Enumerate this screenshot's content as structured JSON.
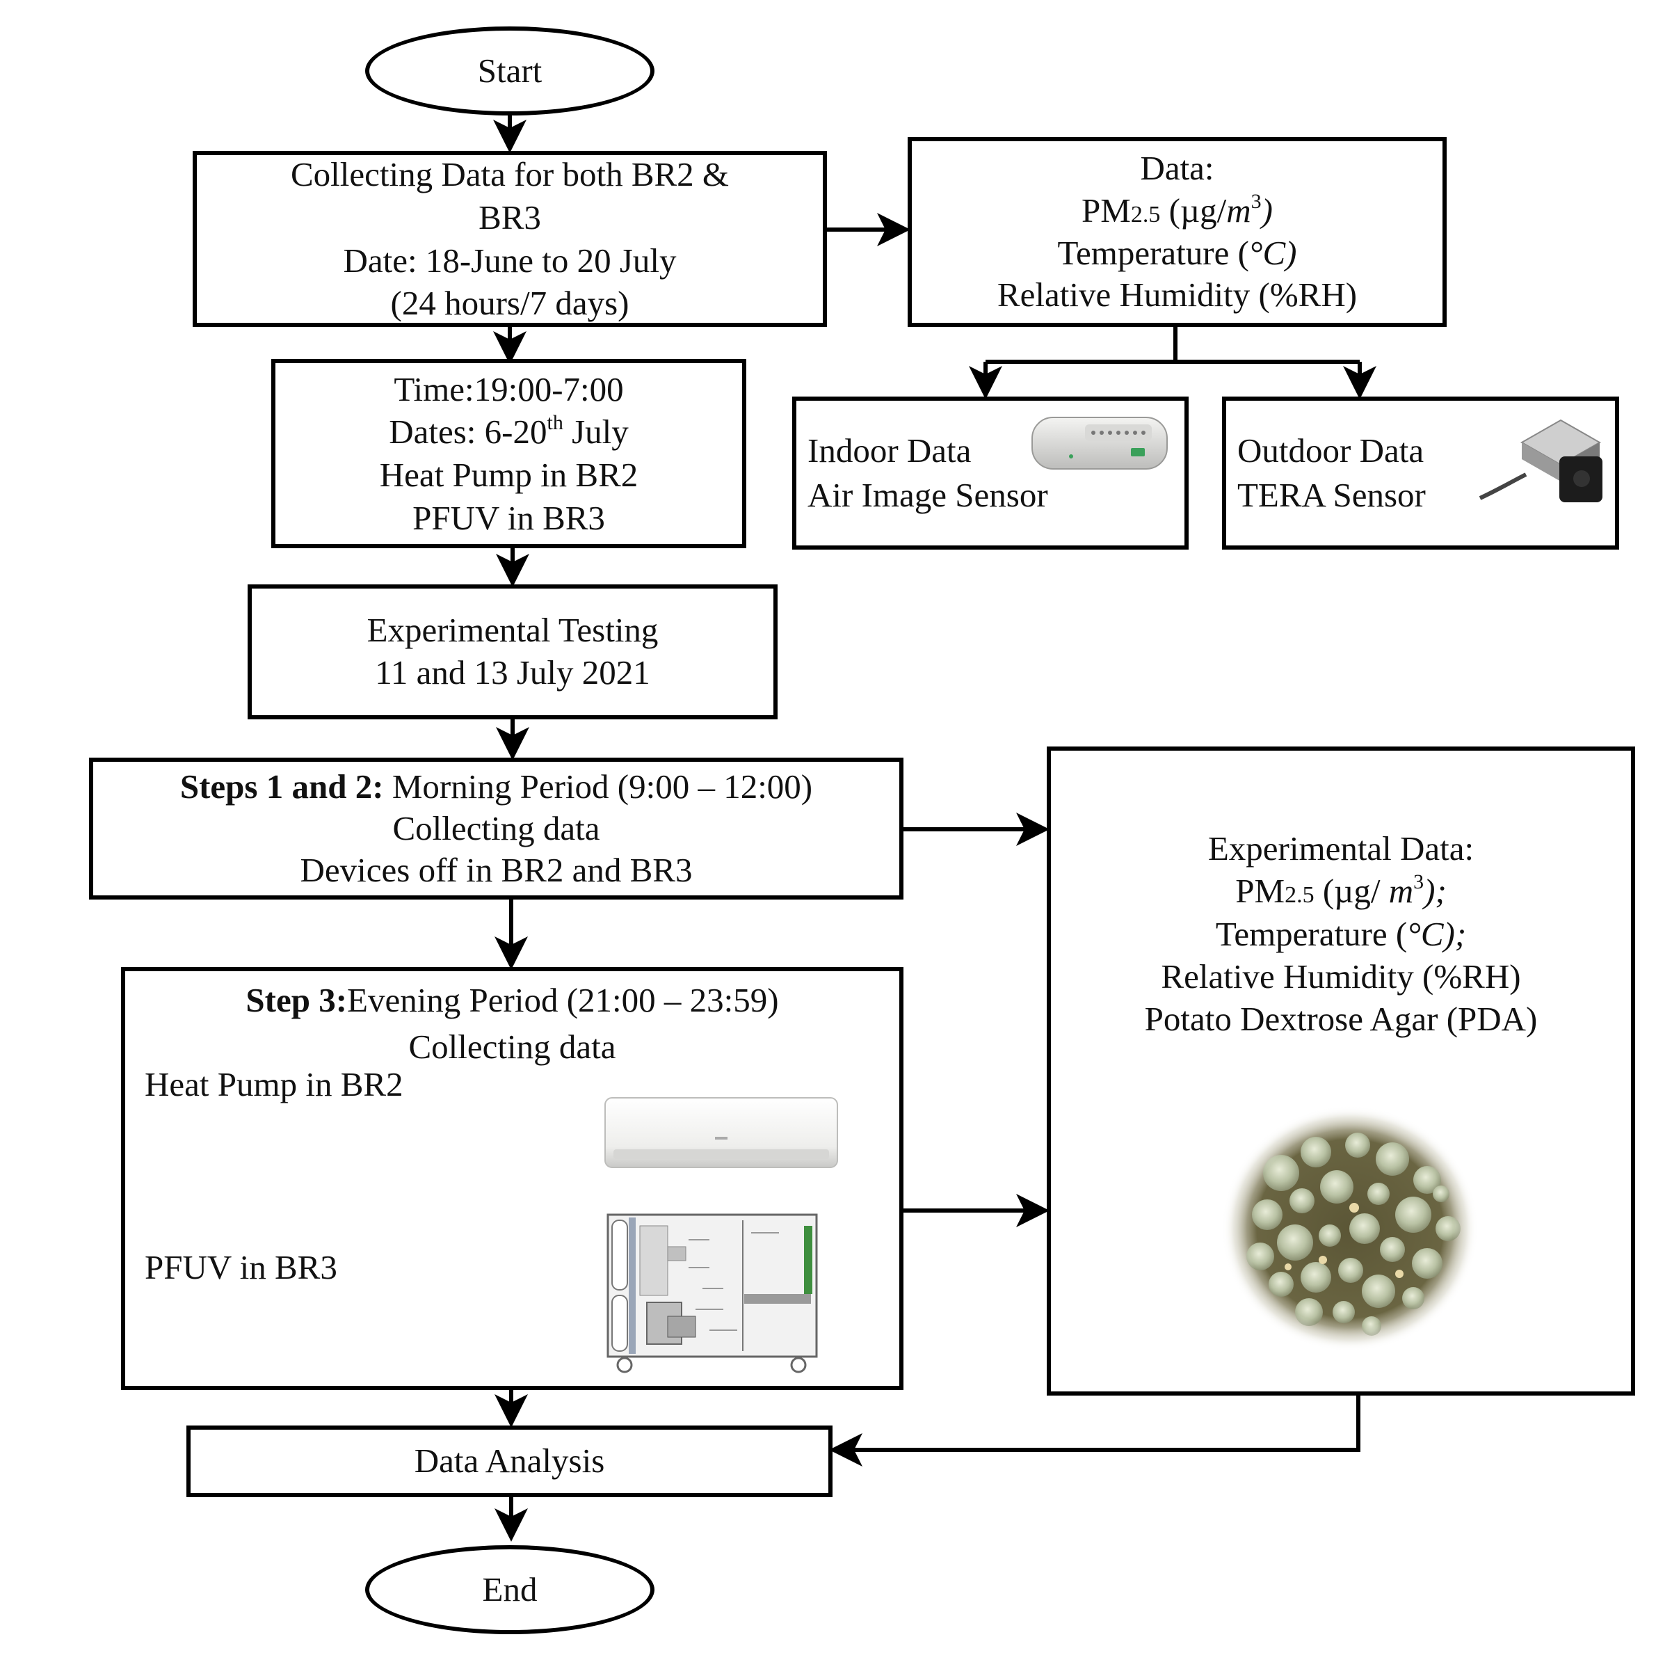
{
  "flowchart": {
    "start": {
      "label": "Start"
    },
    "collect": {
      "line1": "Collecting Data for both BR2 &",
      "line2": "BR3",
      "line3": "Date: 18-June to 20 July",
      "line4": "(24 hours/7 days)"
    },
    "data_box": {
      "title": "Data:",
      "pm_prefix": "PM",
      "pm_sub": "2.5",
      "pm_unit_open": " (µg/",
      "pm_unit_var": "m",
      "pm_unit_exp": "3",
      "pm_unit_close": ")",
      "temp_text": "Temperature (",
      "temp_unit": "°C)",
      "humidity": "Relative Humidity (%RH)"
    },
    "indoor": {
      "line1": "Indoor Data",
      "line2": "Air Image Sensor"
    },
    "outdoor": {
      "line1": "Outdoor Data",
      "line2": "TERA Sensor"
    },
    "time_box": {
      "time": "Time:19:00-7:00",
      "dates_prefix": "Dates: 6-20",
      "dates_sup": "th",
      "dates_suffix": " July",
      "line3": "Heat Pump in BR2",
      "line4": "PFUV in BR3"
    },
    "testing": {
      "line1": "Experimental Testing",
      "line2": "11 and 13 July 2021"
    },
    "steps12": {
      "bold": "Steps 1 and 2:",
      "rest": " Morning Period (9:00 – 12:00)",
      "line2": "Collecting data",
      "line3": "Devices off in BR2 and BR3"
    },
    "step3": {
      "bold": "Step 3:",
      "rest": "Evening Period (21:00 – 23:59)",
      "line2": "Collecting data",
      "heat_pump": "Heat Pump in BR2",
      "pfuv": "PFUV in BR3"
    },
    "exp_data": {
      "title": "Experimental Data:",
      "pm_prefix": "PM",
      "pm_sub": "2.5",
      "pm_unit_open": " (µg/ ",
      "pm_unit_var": "m",
      "pm_unit_exp": "3",
      "pm_unit_close": ");",
      "temp_text": "Temperature (",
      "temp_unit": "°C);",
      "humidity": "Relative Humidity (%RH)",
      "pda": "Potato Dextrose Agar (PDA)"
    },
    "analysis": {
      "label": "Data Analysis"
    },
    "end": {
      "label": "End"
    }
  },
  "icons": [
    "air-image-sensor-icon",
    "tera-sensor-icon",
    "heat-pump-icon",
    "pfuv-unit-icon",
    "pda-culture-icon"
  ]
}
